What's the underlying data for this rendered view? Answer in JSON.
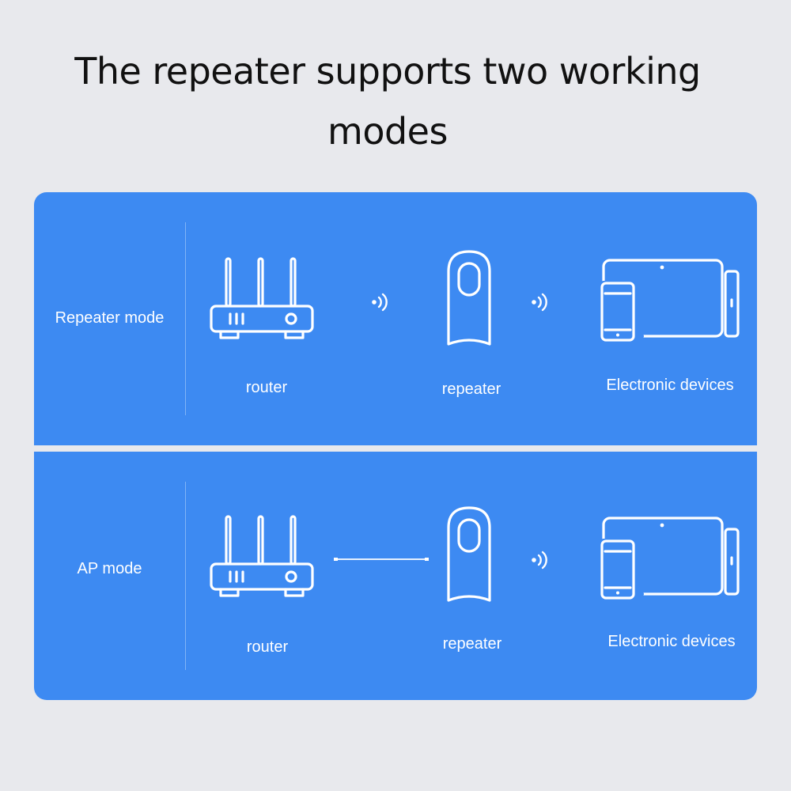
{
  "title": "The repeater supports two working modes",
  "rows": [
    {
      "mode_label": "Repeater mode",
      "link_1": "wireless",
      "link_2": "wireless",
      "labels": {
        "router": "router",
        "repeater": "repeater",
        "devices": "Electronic devices"
      }
    },
    {
      "mode_label": "AP mode",
      "link_1": "wired",
      "link_2": "wireless",
      "labels": {
        "router": "router",
        "repeater": "repeater",
        "devices": "Electronic devices"
      }
    }
  ],
  "icons": {
    "router": "router-icon",
    "repeater": "repeater-icon",
    "devices": "devices-icon",
    "wireless": "wifi-signal-icon",
    "wired": "cable-line"
  },
  "colors": {
    "panel": "#3d8af2",
    "background": "#e8e9ed",
    "line": "#ffffff"
  }
}
